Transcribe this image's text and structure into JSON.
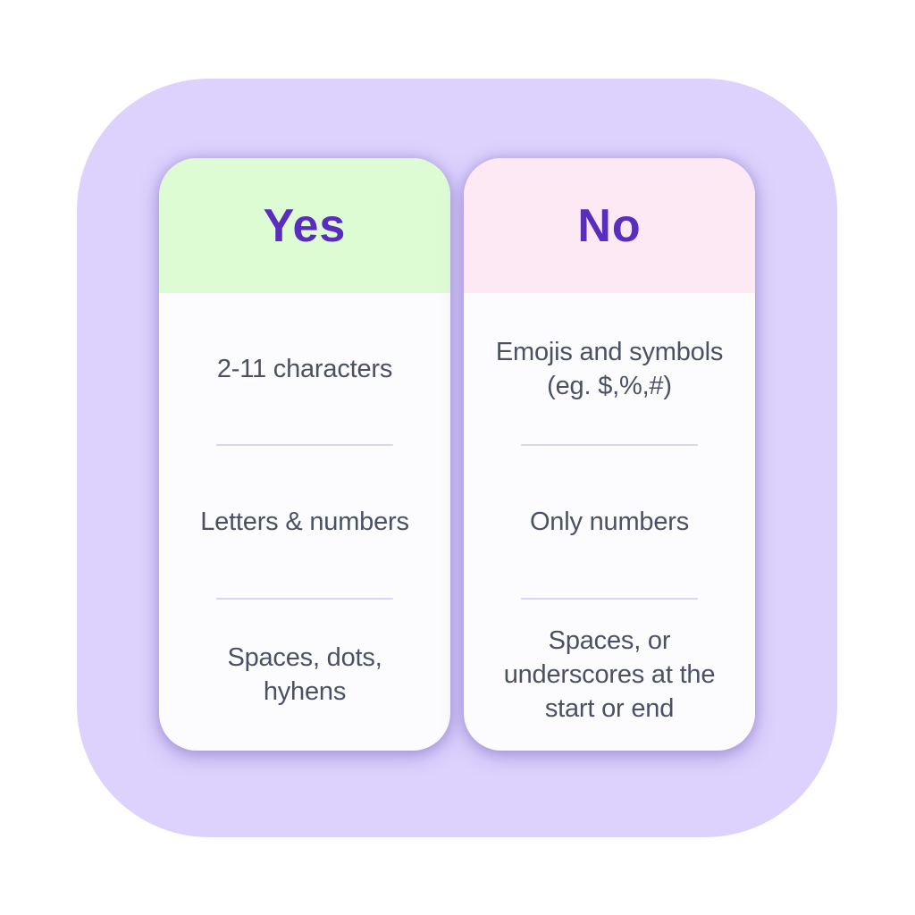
{
  "board": {
    "bg_color": "#DCD2FD",
    "card_bg": "#FCFCFE",
    "title_color": "#5A2DBF",
    "text_color": "#4B5164",
    "divider_color": "#DBD4F2"
  },
  "columns": [
    {
      "title": "Yes",
      "header_bg": "#DEFCD4",
      "items": [
        "2-11 characters",
        "Letters & numbers",
        "Spaces, dots,\nhyhens"
      ]
    },
    {
      "title": "No",
      "header_bg": "#FCE9F4",
      "items": [
        "Emojis and symbols\n(eg. $,%,#)",
        "Only numbers",
        "Spaces, or\nunderscores at the\nstart or end"
      ]
    }
  ]
}
